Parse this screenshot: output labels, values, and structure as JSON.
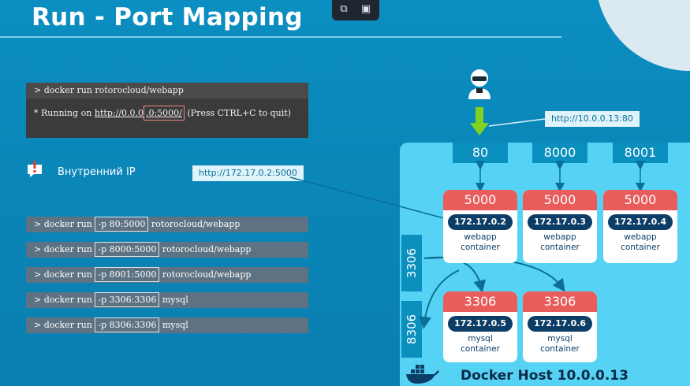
{
  "slide": {
    "title": "Run - Port Mapping"
  },
  "terminal": {
    "command": "> docker run rotorocloud/webapp",
    "output_prefix": "* Running on ",
    "output_url_start": "http://0.0.0",
    "output_url_highlight": ".0:5000/",
    "output_suffix": " (Press CTRL+C to quit)"
  },
  "notice": {
    "label": "Внутренний IP",
    "internal_url": "http://172.17.0.2:5000"
  },
  "host_url": "http://10.0.0.13:80",
  "commands": [
    {
      "prefix": "> docker run ",
      "flag": "-p 80:5000",
      "suffix": " rotorocloud/webapp"
    },
    {
      "prefix": "> docker run ",
      "flag": "-p 8000:5000",
      "suffix": " rotorocloud/webapp"
    },
    {
      "prefix": "> docker run ",
      "flag": "-p 8001:5000",
      "suffix": " rotorocloud/webapp"
    },
    {
      "prefix": "> docker run ",
      "flag": "-p 3306:3306",
      "suffix": " mysql"
    },
    {
      "prefix": "> docker run ",
      "flag": "-p 8306:3306",
      "suffix": " mysql"
    }
  ],
  "docker_host": {
    "label": "Docker Host 10.0.0.13",
    "host_ports": [
      "80",
      "8000",
      "8001"
    ],
    "side_ports": [
      "3306",
      "8306"
    ],
    "containers": [
      {
        "port": "5000",
        "ip": "172.17.0.2",
        "name": "webapp",
        "kind": "container"
      },
      {
        "port": "5000",
        "ip": "172.17.0.3",
        "name": "webapp",
        "kind": "container"
      },
      {
        "port": "5000",
        "ip": "172.17.0.4",
        "name": "webapp",
        "kind": "container"
      },
      {
        "port": "3306",
        "ip": "172.17.0.5",
        "name": "mysql",
        "kind": "container"
      },
      {
        "port": "3306",
        "ip": "172.17.0.6",
        "name": "mysql",
        "kind": "container"
      }
    ],
    "docker_logo_text": "docker"
  },
  "colors": {
    "background": "#0b8ec1",
    "host_panel": "#56d3f4",
    "port_tab": "#0a8fbf",
    "container_header": "#e85c5c",
    "ip_pill": "#0b3d66",
    "arrow_green": "#7ed321",
    "warning_red": "#e53935"
  }
}
